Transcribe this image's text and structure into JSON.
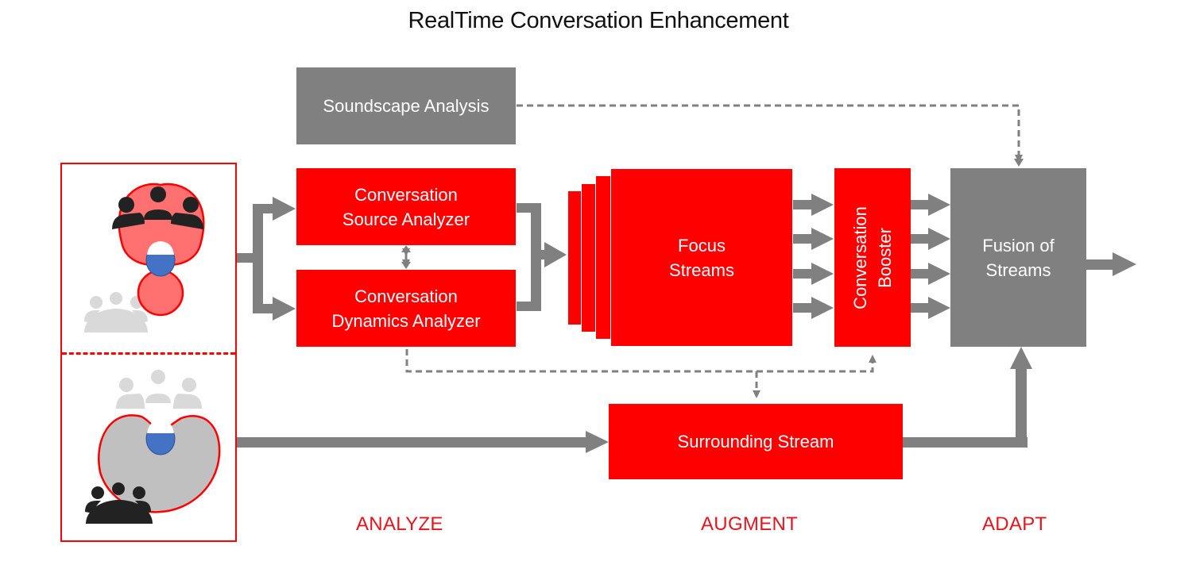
{
  "title": "RealTime Conversation Enhancement",
  "colors": {
    "accent_red": "#ff0000",
    "block_gray": "#808080",
    "connector_gray": "#808080",
    "phase_label": "#e8141c"
  },
  "inputs": {
    "panel_top": {
      "name": "focused-conversation-scene",
      "icons": [
        "conversation-group-icon",
        "listener-head-icon",
        "background-group-icon"
      ]
    },
    "panel_bottom": {
      "name": "surrounding-scene",
      "icons": [
        "background-group-icon",
        "listener-head-icon",
        "conversation-group-icon"
      ]
    }
  },
  "blocks": {
    "soundscape": "Soundscape Analysis",
    "source_analyzer": [
      "Conversation",
      "Source Analyzer"
    ],
    "dynamics_analyzer": [
      "Conversation",
      "Dynamics Analyzer"
    ],
    "focus_streams": [
      "Focus",
      "Streams"
    ],
    "booster": [
      "Conversation",
      "Booster"
    ],
    "fusion": [
      "Fusion of",
      "Streams"
    ],
    "surrounding": "Surrounding Stream"
  },
  "phases": [
    "ANALYZE",
    "AUGMENT",
    "ADAPT"
  ]
}
